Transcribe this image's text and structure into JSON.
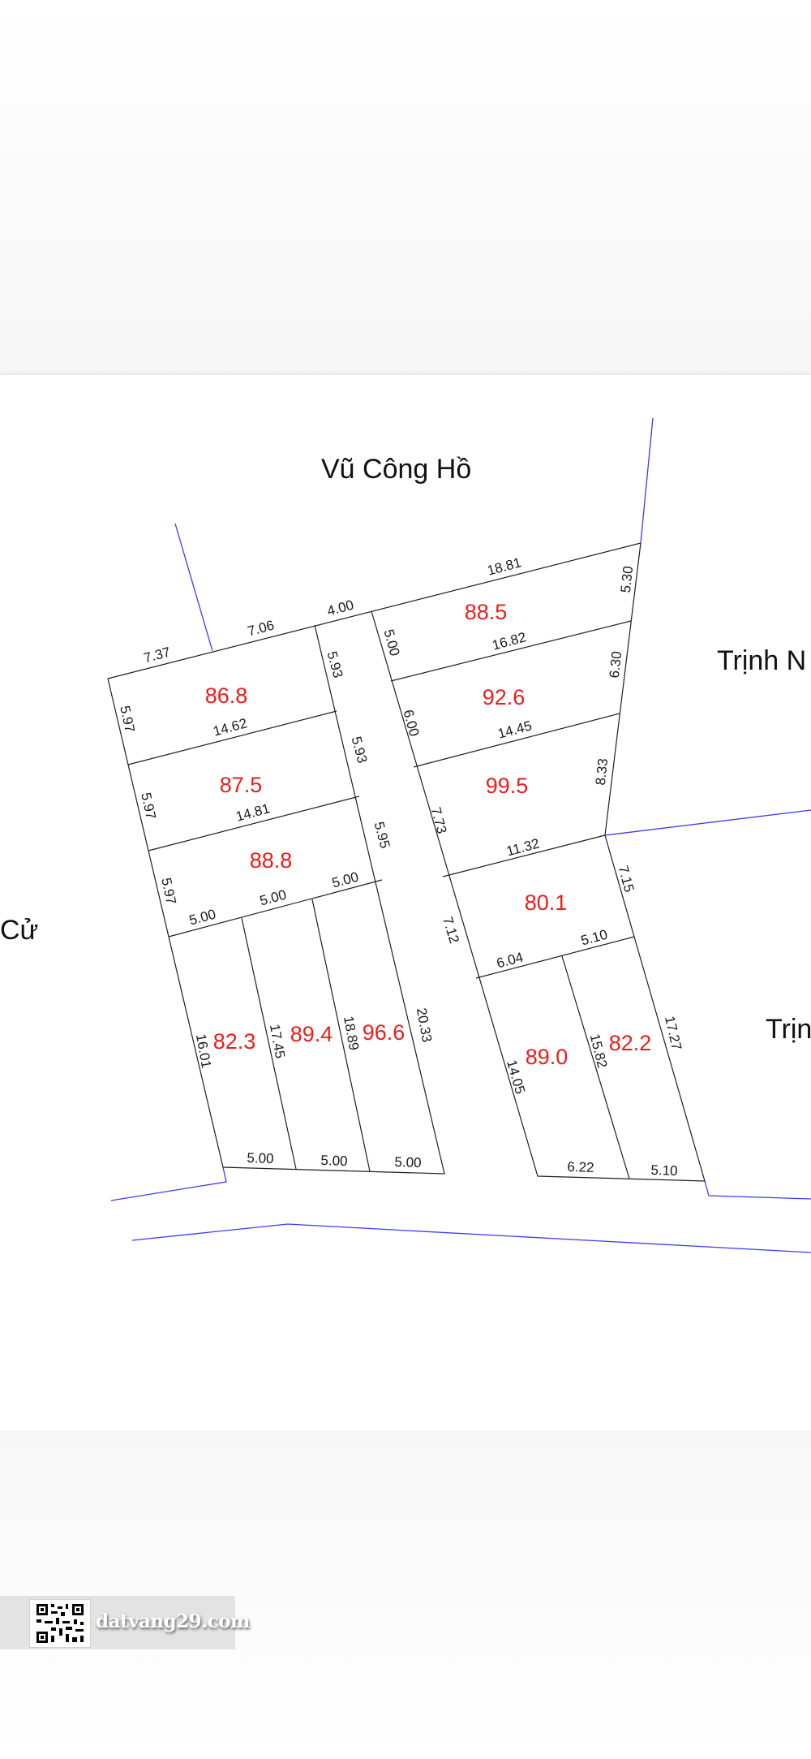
{
  "roads": {
    "top": "Vũ Công Hồ",
    "right_upper": "Trịnh N",
    "left": "Cử",
    "right_lower": "Trịn"
  },
  "areas": [
    "86.8",
    "87.5",
    "88.8",
    "82.3",
    "89.4",
    "96.6",
    "88.5",
    "92.6",
    "99.5",
    "80.1",
    "89.0",
    "82.2"
  ],
  "dims": [
    "7.37",
    "7.06",
    "4.00",
    "18.81",
    "5.30",
    "5.00",
    "5.93",
    "5.97",
    "16.82",
    "6.30",
    "6.00",
    "14.62",
    "5.93",
    "14.45",
    "5.97",
    "8.33",
    "7.73",
    "14.81",
    "5.95",
    "11.32",
    "7.15",
    "5.97",
    "5.00",
    "5.00",
    "5.00",
    "7.12",
    "5.10",
    "6.04",
    "16.01",
    "17.45",
    "18.89",
    "20.33",
    "14.05",
    "15.82",
    "17.27",
    "5.00",
    "5.00",
    "5.00",
    "6.22",
    "5.10"
  ],
  "watermark": {
    "text": "datvang29.com"
  },
  "colors": {
    "boundary": "#1f1f1f",
    "neighbor_line": "#3a3aff",
    "area_text": "#ee1c1c"
  }
}
